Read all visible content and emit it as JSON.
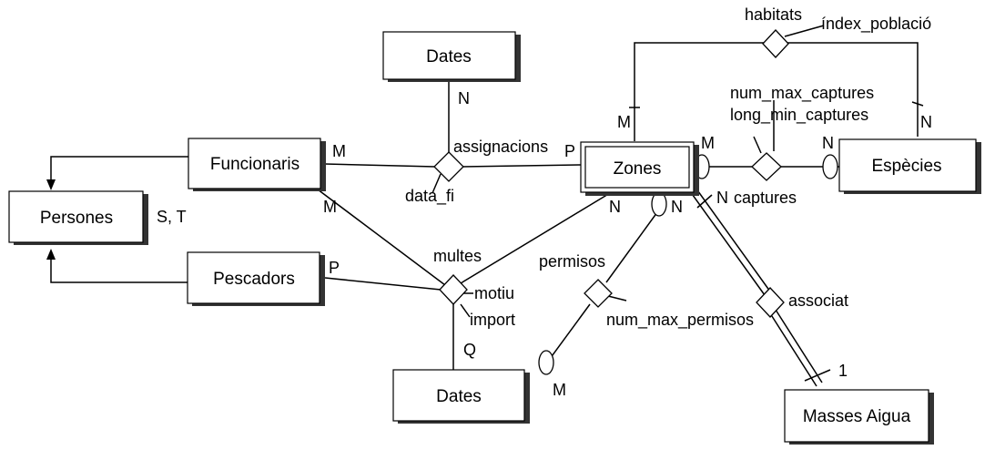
{
  "entities": {
    "dates_top": "Dates",
    "funcionaris": "Funcionaris",
    "persones": "Persones",
    "pescadors": "Pescadors",
    "zones": "Zones",
    "especies": "Espècies",
    "dates_bottom": "Dates",
    "masses_aigua": "Masses Aigua"
  },
  "relationships": {
    "habitats": "habitats",
    "assignacions": "assignacions",
    "multes": "multes",
    "permisos": "permisos",
    "captures": "captures",
    "associat": "associat"
  },
  "attributes": {
    "index_poblacio": "índex_població",
    "num_max_captures": "num_max_captures",
    "long_min_captures": "long_min_captures",
    "data_fi": "data_fi",
    "motiu": "motiu",
    "import": "import",
    "num_max_permisos": "num_max_permisos"
  },
  "generalization": "S, T",
  "cardinalities": {
    "dates_top_N": "N",
    "funcionaris_assign_M": "M",
    "zones_assign_P": "P",
    "funcionaris_multes_M": "M",
    "pescadors_multes_P": "P",
    "zones_multes_N": "N",
    "dates_multes_Q": "Q",
    "zones_permisos_N": "N",
    "dates_permisos_M": "M",
    "zones_captures_M": "M",
    "especies_captures_N": "N",
    "zones_habitats_M": "M",
    "especies_habitats_N": "N",
    "zones_associat_N": "N",
    "masses_associat_1": "1"
  }
}
